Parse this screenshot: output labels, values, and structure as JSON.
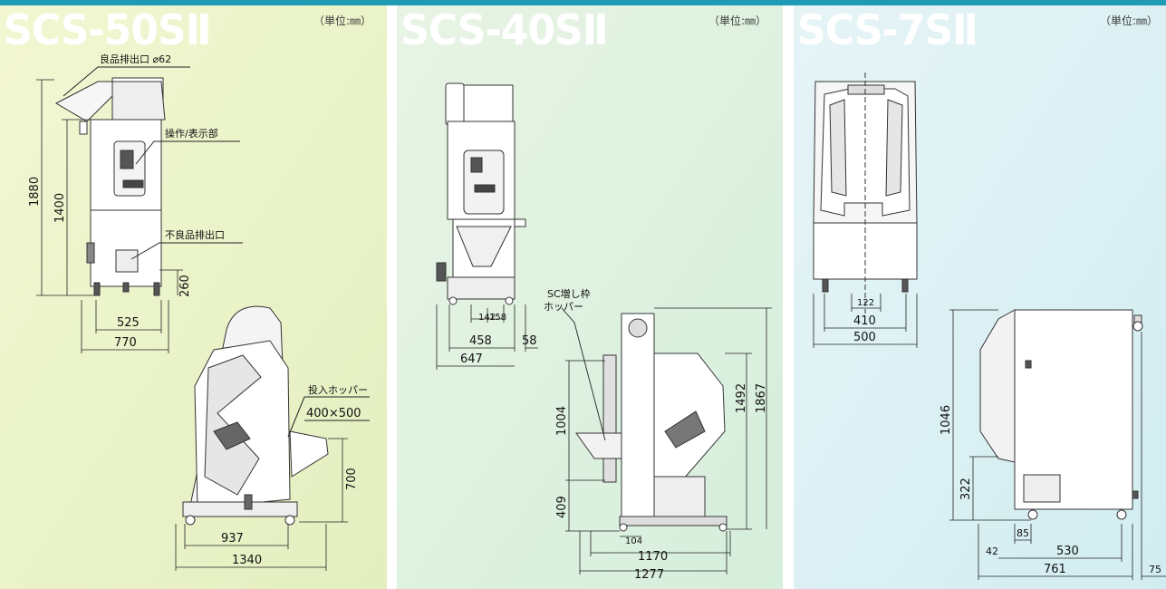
{
  "colors": {
    "panel1_top": "#f2f7d2",
    "panel1_bottom": "#e3efc0",
    "panel2_top": "#e8f4e4",
    "panel2_bottom": "#d6eedc",
    "panel3_top": "#e6f4f6",
    "panel3_bottom": "#d2edf1",
    "topline": "#1f9bb5",
    "title": "#ffffff"
  },
  "panels": [
    {
      "model": "SCS-50SⅡ",
      "unit": "（単位:㎜）",
      "labels": {
        "good_outlet": "良品排出口 ⌀62",
        "operation": "操作/表示部",
        "reject_outlet": "不良品排出口",
        "hopper": "投入ホッパー",
        "hopper_size": "400×500"
      },
      "dims": [
        "1880",
        "1400",
        "260",
        "525",
        "770",
        "700",
        "937",
        "1340"
      ]
    },
    {
      "model": "SCS-40SⅡ",
      "unit": "（単位:㎜）",
      "labels": {
        "sc_hopper_1": "SC増し枠",
        "sc_hopper_2": "ホッパー"
      },
      "dims": [
        "142",
        "158",
        "458",
        "58",
        "647",
        "1004",
        "409",
        "1492",
        "1867",
        "104",
        "1170",
        "1277"
      ]
    },
    {
      "model": "SCS-7SⅡ",
      "unit": "（単位:㎜）",
      "dims": [
        "122",
        "410",
        "500",
        "1046",
        "322",
        "85",
        "42",
        "530",
        "761",
        "75"
      ]
    }
  ]
}
